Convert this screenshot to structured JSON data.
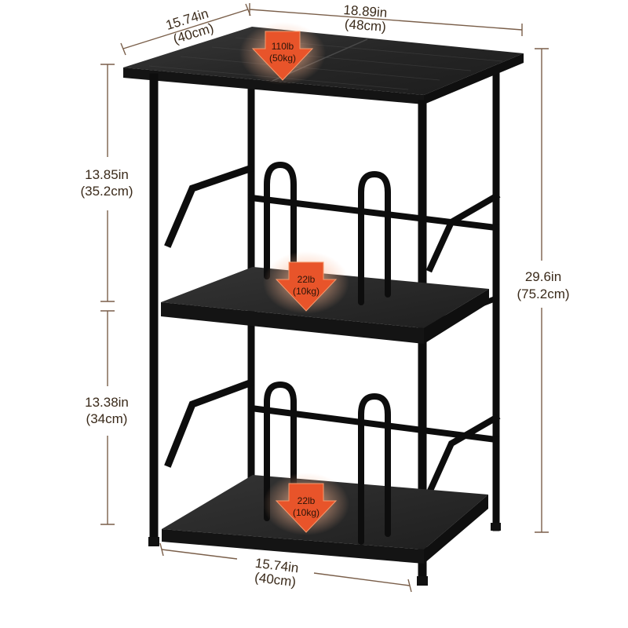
{
  "colors": {
    "frame": "#0d0d0d",
    "board_top": "#2b2b2b",
    "board_edge": "#161616",
    "dimension_line": "#7a5f4a",
    "arrow_fill": "#e8542a",
    "arrow_glow": "#f7a27a"
  },
  "dimensions": {
    "top_depth": {
      "in": "15.74in",
      "cm": "(40cm)"
    },
    "top_width": {
      "in": "18.89in",
      "cm": "(48cm)"
    },
    "upper_height": {
      "in": "13.85in",
      "cm": "(35.2cm)"
    },
    "lower_height": {
      "in": "13.38in",
      "cm": "(34cm)"
    },
    "total_height": {
      "in": "29.6in",
      "cm": "(75.2cm)"
    },
    "bottom_depth": {
      "in": "15.74in",
      "cm": "(40cm)"
    }
  },
  "load_labels": {
    "top": {
      "lb": "110lb",
      "kg": "(50kg)"
    },
    "middle": {
      "lb": "22lb",
      "kg": "(10kg)"
    },
    "bottom": {
      "lb": "22lb",
      "kg": "(10kg)"
    }
  }
}
